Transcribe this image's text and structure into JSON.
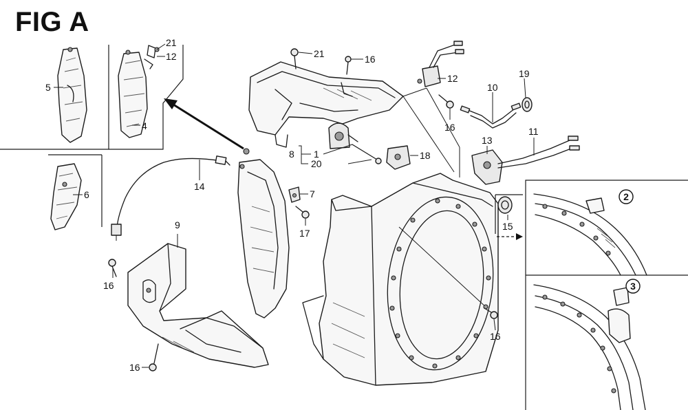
{
  "figure": {
    "title": "FIG A"
  },
  "callouts": {
    "part_1": "1",
    "part_4": "4",
    "part_5": "5",
    "part_6": "6",
    "part_7": "7",
    "part_8": "8",
    "part_9": "9",
    "part_10": "10",
    "part_11": "11",
    "part_12_top": "12",
    "part_12_left": "12",
    "part_13": "13",
    "part_14": "14",
    "part_15": "15",
    "part_16_top": "16",
    "part_16_mid": "16",
    "part_16_left": "16",
    "part_16_bottom": "16",
    "part_16_right": "16",
    "part_17": "17",
    "part_18": "18",
    "part_19": "19",
    "part_20": "20",
    "part_21_top": "21",
    "part_21_left": "21"
  },
  "details": {
    "detail_2": "2",
    "detail_3": "3"
  }
}
